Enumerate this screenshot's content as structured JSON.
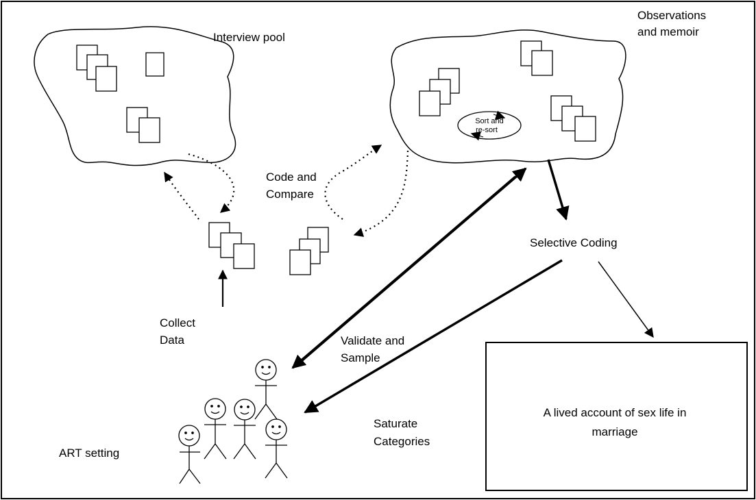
{
  "labels": {
    "interview_pool": "Interview pool",
    "observations_line1": "Observations",
    "observations_line2": "and memoir",
    "sort_line1": "Sort and",
    "sort_line2": "re-sort",
    "code_compare_line1": "Code and",
    "code_compare_line2": "Compare",
    "selective_coding": "Selective Coding",
    "collect_data_line1": "Collect",
    "collect_data_line2": "Data",
    "validate_sample_line1": "Validate and",
    "validate_sample_line2": "Sample",
    "saturate_line1": "Saturate",
    "saturate_line2": "Categories",
    "art_setting": "ART setting",
    "result_line1": "A lived account of sex life in",
    "result_line2": "marriage"
  }
}
